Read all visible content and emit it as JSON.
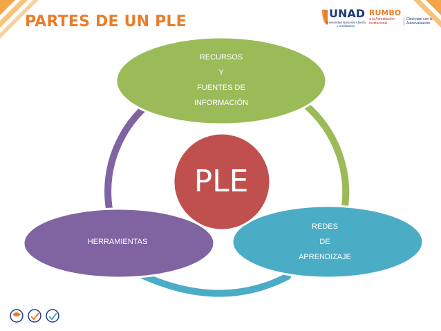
{
  "title": "PARTES DE UN PLE",
  "logos": {
    "unad": {
      "name": "UNAD",
      "subtitle": "Universidad Nacional Abierta y a Distancia"
    },
    "rumbo": {
      "name": "RUMBO",
      "left_text": "a la Acreditación Institucional",
      "right_text": "Conéctate con la Autoevaluación"
    }
  },
  "diagram": {
    "center": "PLE",
    "nodes": {
      "recursos": [
        "RECURSOS",
        "Y",
        "FUENTES DE",
        "INFORMACIÓN"
      ],
      "redes": [
        "REDES",
        "DE",
        "APRENDIZAJE"
      ],
      "herramientas": "HERRAMIENTAS"
    }
  },
  "colors": {
    "accent_orange": "#e97d2b",
    "green": "#9bbb59",
    "teal": "#4bacc6",
    "purple": "#8064a2",
    "red": "#c0504d"
  }
}
